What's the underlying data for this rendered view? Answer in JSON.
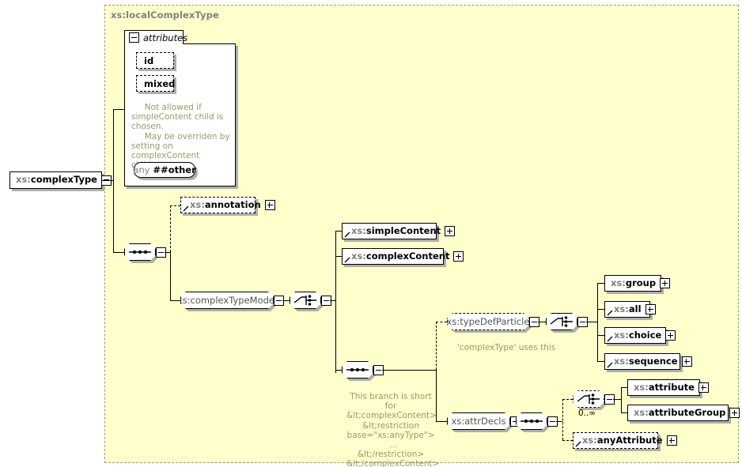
{
  "diagram": {
    "type": "xsd-schema-diagram",
    "root_element": {
      "name": "xs:complexType",
      "prefix": "xs:",
      "local": "complexType"
    },
    "container": {
      "label": "xs:localComplexType"
    },
    "attributes_panel": {
      "title": "attributes",
      "toggle": "minus",
      "rows": [
        {
          "name": "id"
        },
        {
          "name": "mixed"
        }
      ],
      "note": "     Not allowed if\nsimpleContent child is\nchosen.\n     May be overriden by\nsetting on complexContent\nchild.",
      "any_attribute": {
        "keyword": "any",
        "namespace": "##other"
      }
    },
    "nodes": {
      "annotation": {
        "prefix": "xs:",
        "local": "annotation"
      },
      "complex_type_model": {
        "name": "xs:complexTypeModel"
      },
      "simple_content": {
        "prefix": "xs:",
        "local": "simpleContent"
      },
      "complex_content": {
        "prefix": "xs:",
        "local": "complexContent"
      },
      "type_def_particle": {
        "name": "xs:typeDefParticle"
      },
      "type_def_particle_note": "'complexType' uses this",
      "group": {
        "prefix": "xs:",
        "local": "group"
      },
      "all": {
        "prefix": "xs:",
        "local": "all"
      },
      "choice": {
        "prefix": "xs:",
        "local": "choice"
      },
      "sequence": {
        "prefix": "xs:",
        "local": "sequence"
      },
      "attr_decls": {
        "name": "xs:attrDecls"
      },
      "attribute": {
        "prefix": "xs:",
        "local": "attribute"
      },
      "attribute_group": {
        "prefix": "xs:",
        "local": "attributeGroup"
      },
      "any_attribute": {
        "prefix": "xs:",
        "local": "anyAttribute"
      }
    },
    "occurrence": {
      "attr_choice": "0..∞"
    },
    "branch_note": "This branch is short for\n&lt;complexContent>\n&lt;restriction\nbase=\"xs:anyType\">\n  ...\n&lt;/restriction>\n&lt;/complexContent>",
    "colors": {
      "container_fill": "#ffffcc",
      "container_border": "#9a9a6a",
      "box_fill": "#ffffff",
      "box_border": "#000000",
      "prefix_text": "#808080",
      "local_text": "#000000",
      "note_text": "#9a9a6a",
      "shadow": "#a0a0a0"
    }
  }
}
